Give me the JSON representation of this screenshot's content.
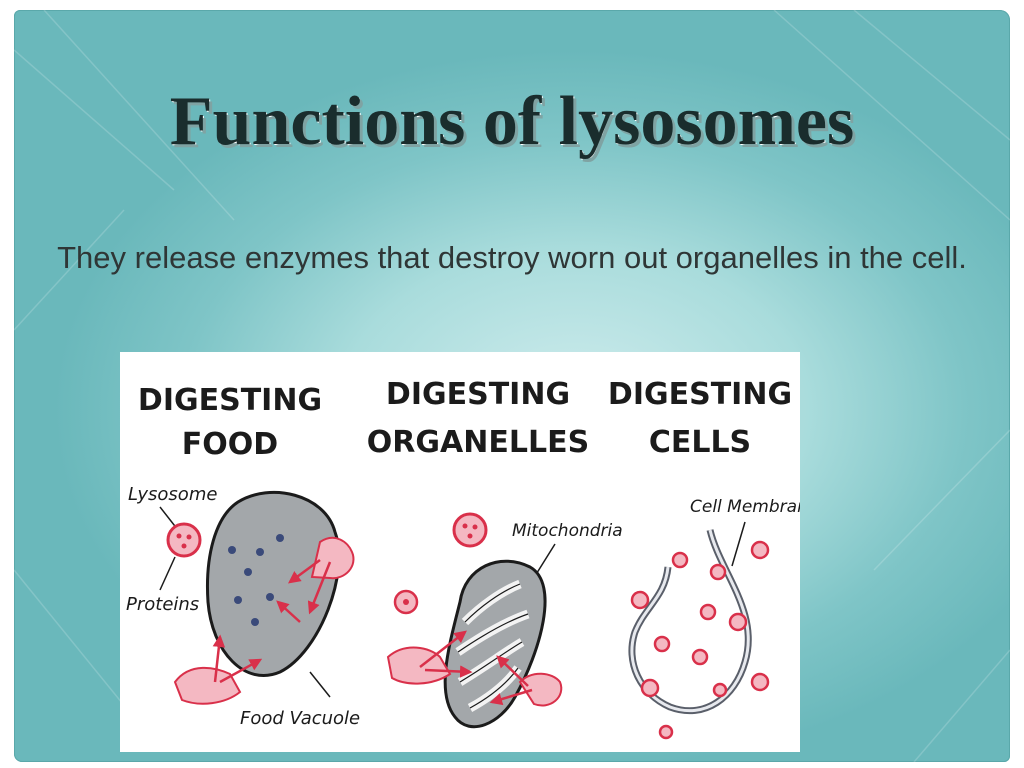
{
  "slide": {
    "title": "Functions of lysosomes",
    "body": "They release enzymes that destroy worn out organelles in the cell."
  },
  "figure": {
    "panels": [
      {
        "heading_line1": "DIGESTING",
        "heading_line2": "FOOD"
      },
      {
        "heading_line1": "DIGESTING",
        "heading_line2": "ORGANELLES"
      },
      {
        "heading_line1": "DIGESTING",
        "heading_line2": "CELLS"
      }
    ],
    "labels": {
      "lysosome": "Lysosome",
      "proteins": "Proteins",
      "food_vacuole": "Food Vacuole",
      "mitochondria": "Mitochondria",
      "cell_membrane": "Cell Membrane"
    }
  },
  "colors": {
    "background_teal": "#7fc5c7",
    "title_text": "#1a2d2d",
    "body_text": "#2f3636",
    "lysosome_red": "#d9304a",
    "vacuole_gray": "#a3a7aa"
  }
}
